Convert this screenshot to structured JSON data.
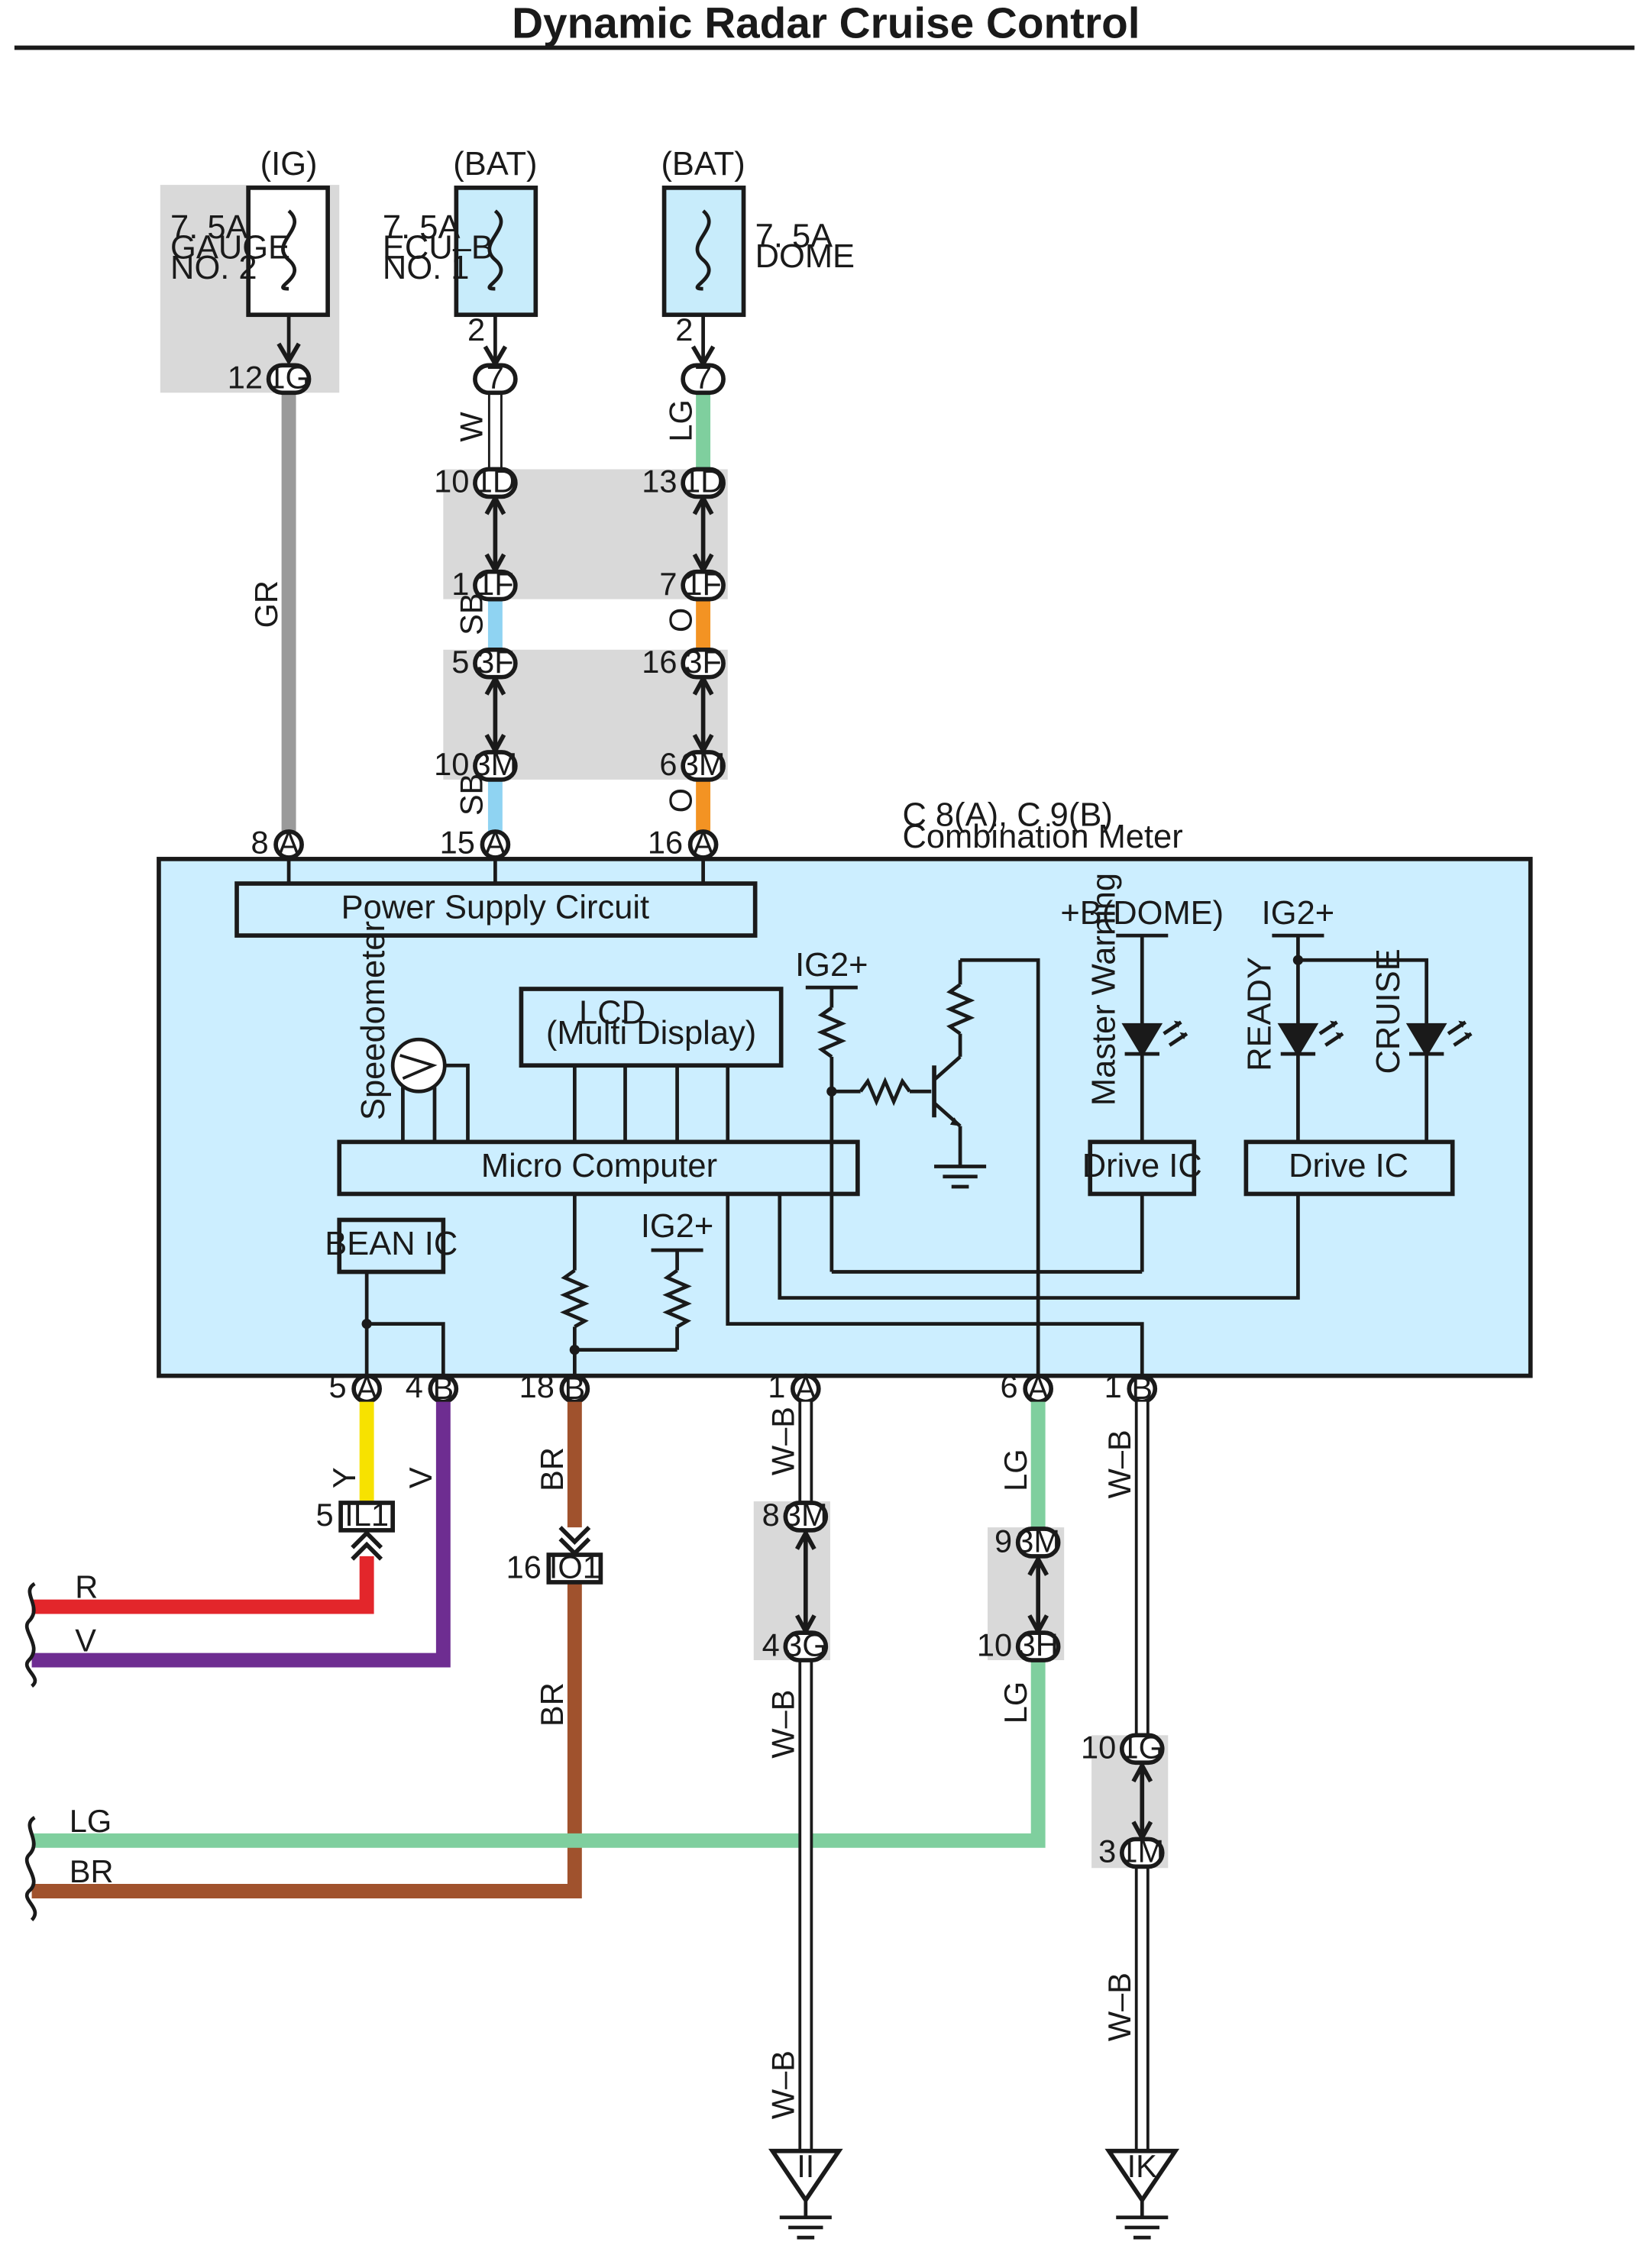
{
  "title": "Dynamic Radar Cruise Control",
  "colors": {
    "meter_fill": "#cceeff",
    "fuse_fill": "#c8ecfb",
    "junction_fill": "#d9d9d9",
    "wire_GR": "#9a9a9a",
    "wire_W": "#ffffff",
    "wire_LG": "#7fcf9e",
    "wire_SB": "#8fd3f2",
    "wire_O": "#f39323",
    "wire_Y": "#f7e200",
    "wire_V": "#6e2d91",
    "wire_BR": "#a0522d",
    "wire_R": "#e3262b",
    "wire_WB": "#ffffff"
  },
  "fuses": {
    "gauge": {
      "supply": "(IG)",
      "rating": "7. 5A",
      "name1": "GAUGE",
      "name2": "NO. 2"
    },
    "ecub": {
      "supply": "(BAT)",
      "rating": "7. 5A",
      "name1": "ECU–B",
      "name2": "NO. 1",
      "pin": "2"
    },
    "dome": {
      "supply": "(BAT)",
      "rating": "7. 5A",
      "name1": "DOME",
      "pin": "2"
    }
  },
  "connectors": {
    "g1g": {
      "label": "1G",
      "pin": "12"
    },
    "ecub7": {
      "label": "7"
    },
    "dome7": {
      "label": "7"
    },
    "c1d_a": {
      "label": "1D",
      "pin": "10"
    },
    "c1d_b": {
      "label": "1D",
      "pin": "13"
    },
    "c1f_a": {
      "label": "1F",
      "pin": "1"
    },
    "c1f_b": {
      "label": "1F",
      "pin": "7"
    },
    "c3f_a": {
      "label": "3F",
      "pin": "5"
    },
    "c3f_b": {
      "label": "3F",
      "pin": "16"
    },
    "c3m_a": {
      "label": "3M",
      "pin": "10"
    },
    "c3m_b": {
      "label": "3M",
      "pin": "6"
    },
    "il1": {
      "label": "IL1",
      "pin": "5"
    },
    "io1": {
      "label": "IO1",
      "pin": "16"
    },
    "c3m_wb": {
      "label": "3M",
      "pin": "8"
    },
    "c3g": {
      "label": "3G",
      "pin": "4"
    },
    "c3m_lg": {
      "label": "3M",
      "pin": "9"
    },
    "c3h": {
      "label": "3H",
      "pin": "10"
    },
    "c1g": {
      "label": "1G",
      "pin": "10"
    },
    "c1m": {
      "label": "1M",
      "pin": "3"
    }
  },
  "meter": {
    "code": "C 8(A), C 9(B)",
    "name": "Combination Meter",
    "top_pins": [
      {
        "letter": "A",
        "num": "8"
      },
      {
        "letter": "A",
        "num": "15"
      },
      {
        "letter": "A",
        "num": "16"
      }
    ],
    "bottom_pins": [
      {
        "letter": "A",
        "num": "5"
      },
      {
        "letter": "B",
        "num": "4"
      },
      {
        "letter": "B",
        "num": "18"
      },
      {
        "letter": "A",
        "num": "1"
      },
      {
        "letter": "A",
        "num": "6"
      },
      {
        "letter": "B",
        "num": "1"
      }
    ],
    "power_supply": "Power Supply Circuit",
    "lcd1": "LCD",
    "lcd2": "(Multi Display)",
    "micro": "Micro Computer",
    "bean": "BEAN IC",
    "drive1": "Drive IC",
    "drive2": "Drive IC",
    "speedometer": "Speedometer",
    "master_warning": "Master Warning",
    "ready": "READY",
    "cruise": "CRUISE",
    "bdome": "+B(DOME)",
    "ig2_a": "IG2+",
    "ig2_b": "IG2+",
    "ig2_c": "IG2+"
  },
  "wire_labels": {
    "gr": "GR",
    "w": "W",
    "lg_top": "LG",
    "sb1": "SB",
    "sb2": "SB",
    "o1": "O",
    "o2": "O",
    "y": "Y",
    "v": "V",
    "br1": "BR",
    "br2": "BR",
    "wb1": "W–B",
    "wb2": "W–B",
    "wb3": "W–B",
    "wb4": "W–B",
    "wb5": "W–B",
    "lg1": "LG",
    "lg2": "LG",
    "left_r": "R",
    "left_v": "V",
    "left_lg": "LG",
    "left_br": "BR"
  },
  "grounds": {
    "g1": "II",
    "g2": "IK"
  }
}
